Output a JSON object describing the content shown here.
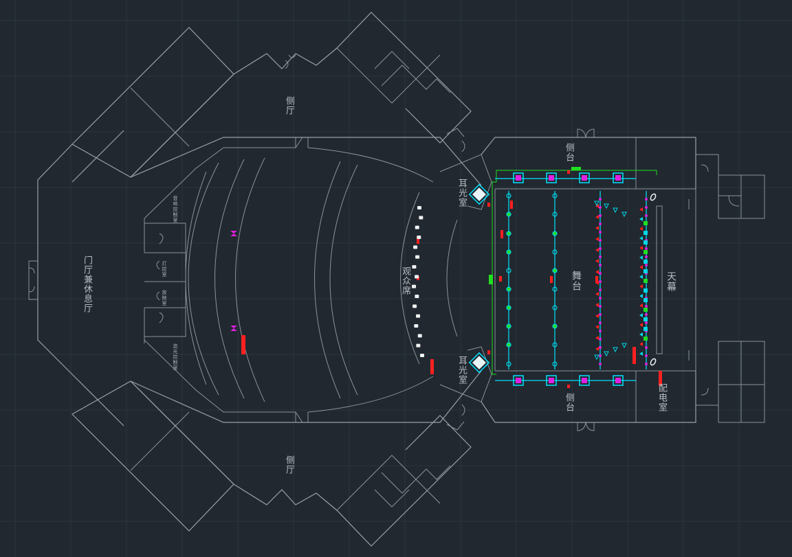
{
  "labels": {
    "side_hall": "侧厅",
    "lobby": "门厅兼休息厅",
    "audience_seats": "观众席",
    "ear_light": "耳光室",
    "stage": "舞台",
    "side_stage": "侧台",
    "backdrop": "天幕",
    "power_room": "配电室",
    "room_a": "音响控制室",
    "room_b": "灯控室",
    "room_c": "放映室",
    "room_d": "追光控制室"
  },
  "colors": {
    "background": "#212830",
    "wall": "#9aa0a6",
    "truss": "#00e5ff",
    "fixture_cyan": "#00d8e8",
    "fixture_red": "#ff2020",
    "fixture_green": "#20e020",
    "fixture_magenta": "#e020e0",
    "stage_edge": "#20c020"
  },
  "icons": {
    "speaker": "speaker-icon",
    "moving_head": "moving-head-icon",
    "spotlight": "spotlight-icon",
    "follow_spot": "follow-spot-icon"
  }
}
